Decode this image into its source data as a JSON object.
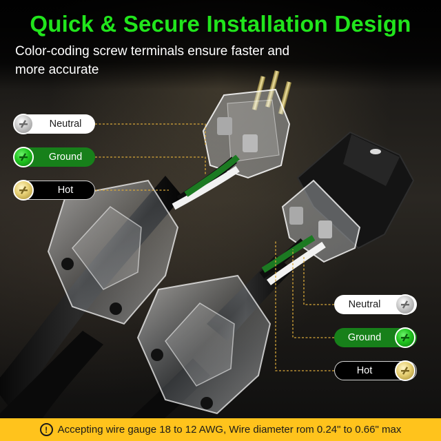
{
  "headline": "Quick & Secure Installation Design",
  "subline": "Color-coding screw terminals ensure faster and more accurate",
  "left_labels": [
    {
      "label": "Neutral",
      "screw": "silver-screw-icon"
    },
    {
      "label": "Ground",
      "screw": "green-screw-icon"
    },
    {
      "label": "Hot",
      "screw": "brass-screw-icon"
    }
  ],
  "right_labels": [
    {
      "label": "Neutral",
      "screw": "silver-screw-icon"
    },
    {
      "label": "Ground",
      "screw": "green-screw-icon"
    },
    {
      "label": "Hot",
      "screw": "brass-screw-icon"
    }
  ],
  "footer": {
    "icon": "info-icon",
    "icon_glyph": "!",
    "text": "Accepting wire gauge 18 to 12 AWG, Wire diameter rom 0.24\" to 0.66\" max"
  },
  "colors": {
    "headline": "#21e51c",
    "footer_bg": "#ffc31c",
    "ground_green": "#17801a",
    "leader_line": "#d9a93a"
  }
}
